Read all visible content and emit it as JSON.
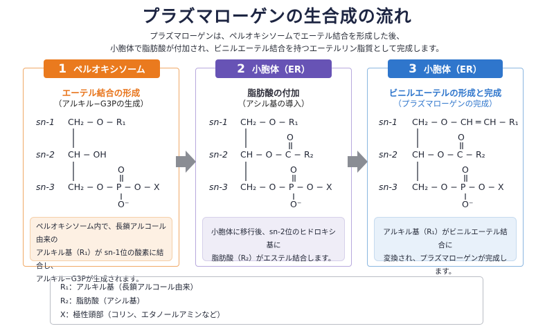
{
  "title": "プラズマローゲンの生合成の流れ",
  "subtitle_line1": "プラズマローゲンは、ペルオキシソームでエーテル結合を形成した後、",
  "subtitle_line2": "小胞体で脂肪酸が付加され、ビニルエーテル結合を持つエーテルリン脂質として完成します。",
  "colors": {
    "step1": "#ea7a1e",
    "step2": "#6753b5",
    "step3": "#2f76cc",
    "arrow": "#8a8d94"
  },
  "steps": [
    {
      "num": "1",
      "location": "ペルオキシソーム",
      "heading": "エーテル結合の形成",
      "subheading": "（アルキル−G3Pの生成）",
      "sn1": "CH₂ − O − R₁",
      "sn2": "CH − OH",
      "desc": [
        "ペルオキシソーム内で、長鎖アルコール由来の",
        "アルキル基（R₁）が sn-1位の酸素に結合し、",
        "アルキル−G3Pが生成されます。"
      ]
    },
    {
      "num": "2",
      "location": "小胞体（ER）",
      "heading": "脂肪酸の付加",
      "subheading": "（アシル基の導入）",
      "sn1": "CH₂ − O − R₁",
      "sn2": "CH − O − C − R₂",
      "desc": [
        "小胞体に移行後、sn-2位のヒドロキシ基に",
        "脂肪酸（R₂）がエステル結合します。"
      ]
    },
    {
      "num": "3",
      "location": "小胞体（ER）",
      "heading": "ビニルエーテルの形成と完成",
      "subheading": "（プラズマローゲンの完成）",
      "sn1": "CH₂ − O − CH ═ CH − R₁",
      "sn2": "CH − O − C − R₂",
      "desc": [
        "アルキル基（R₁）がビニルエーテル結合に",
        "変換され、プラズマローゲンが完成します。"
      ]
    }
  ],
  "positions": [
    "sn-1",
    "sn-2",
    "sn-3"
  ],
  "sn3": "CH₂ − O − P − O − X",
  "phosphate_o": "O",
  "phosphate_minus": "O⁻",
  "carbonyl_o": "O",
  "legend": [
    "R₁：アルキル基（長鎖アルコール由来）",
    "R₂：脂肪酸（アシル基）",
    "X：極性頭部（コリン、エタノールアミンなど）"
  ]
}
